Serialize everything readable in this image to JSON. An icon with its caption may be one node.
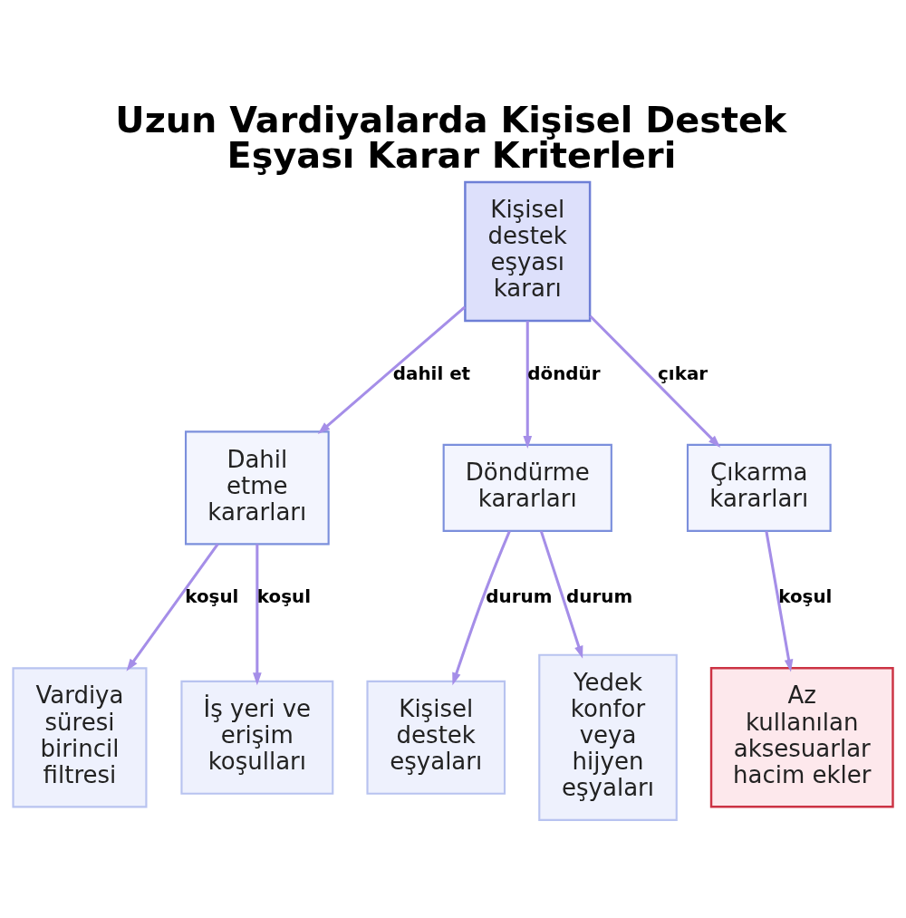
{
  "diagram": {
    "title": "Uzun Vardiyalarda Kişisel Destek Eşyası Karar Kriterleri",
    "nodes": [
      {
        "text": [
          "Kişisel destek eşyası kararı"
        ]
      },
      {
        "text": [
          "Dahil etme kararları"
        ]
      },
      {
        "text": [
          "Döndürme kararları"
        ]
      },
      {
        "text": [
          "Çıkarma kararları"
        ]
      },
      {
        "text": [
          "Vardiya süresi birincil filtresi"
        ]
      },
      {
        "text": [
          "İş yeri ve erişim koşulları"
        ]
      },
      {
        "text": [
          "Kişisel destek eşyaları"
        ]
      },
      {
        "text": [
          "Yedek konfor veya hijyen eşyaları"
        ]
      },
      {
        "text": [
          "Az kullanılan aksesuarlar hacim ekler"
        ]
      }
    ],
    "edges": [
      {
        "from": 0,
        "to": 1,
        "arrow": "to",
        "label": "dahil et"
      },
      {
        "from": 0,
        "to": 2,
        "arrow": "to",
        "label": "döndür"
      },
      {
        "from": 0,
        "to": 3,
        "arrow": "to",
        "label": "çıkar"
      },
      {
        "from": 1,
        "to": 4,
        "arrow": "to",
        "label": "koşul"
      },
      {
        "from": 1,
        "to": 5,
        "arrow": "to",
        "label": "koşul"
      },
      {
        "from": 2,
        "to": 6,
        "arrow": "to",
        "label": "durum"
      },
      {
        "from": 2,
        "to": 7,
        "arrow": "to",
        "label": "durum"
      },
      {
        "from": 3,
        "to": 8,
        "arrow": "to",
        "label": "koşul"
      }
    ]
  }
}
